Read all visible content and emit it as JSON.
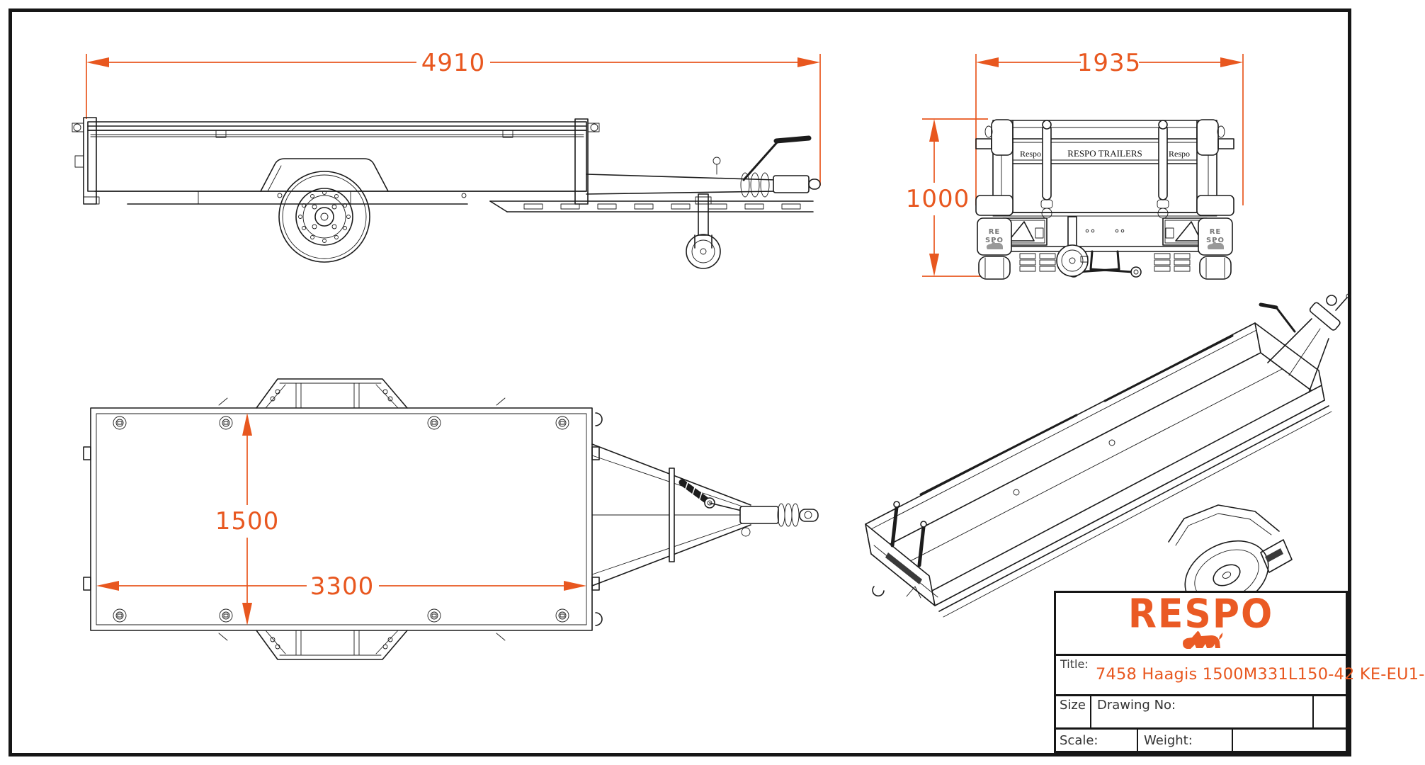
{
  "page": {
    "background": "#ffffff",
    "frame_color": "#161616",
    "accent_orange": "#e8571f",
    "line_color": "#1c1c1c"
  },
  "dimensions": {
    "overall_length": "4910",
    "overall_width": "1935",
    "height": "1000",
    "bed_width": "1500",
    "bed_length": "3300"
  },
  "rear_view": {
    "gate_left": "Respo",
    "gate_center": "RESPO TRAILERS",
    "gate_right": "Respo",
    "mudflap_line1": "RE",
    "mudflap_line2": "SPO"
  },
  "title_block": {
    "brand": "RESPO",
    "title_label": "Title:",
    "title": "7458 Haagis 1500M331L150-42 KE-EU1-",
    "size_label": "Size",
    "drawing_no_label": "Drawing No:",
    "scale_label": "Scale:",
    "weight_label": "Weight:"
  }
}
